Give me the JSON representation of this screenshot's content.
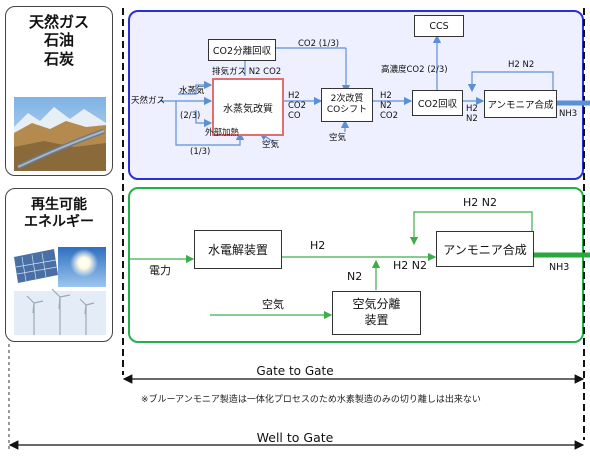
{
  "sources": {
    "fossil": {
      "lines": [
        "天然ガス",
        "石油",
        "石炭"
      ]
    },
    "renewable": {
      "lines": [
        "再生可能",
        "エネルギー"
      ]
    }
  },
  "blue_process": {
    "boxes": {
      "co2_separation": "CO2分離回収",
      "steam_reforming": "水蒸気改質",
      "co_shift": [
        "2次改質",
        "COシフト"
      ],
      "co2_recovery": "CO2回収",
      "ammonia_synthesis": "アンモニア合成",
      "ccs": "CCS"
    },
    "labels": {
      "natural_gas": "天然ガス",
      "steam": "水蒸気",
      "ratio_two_thirds_left": "(2/3)",
      "external_heating": "外部加熱",
      "ratio_one_third_bottom": "(1/3)",
      "exhaust_gas": "排気ガス N2 CO2",
      "co2_one_third": "CO2 (1/3)",
      "reformer_out": [
        "H2",
        "CO2",
        "CO"
      ],
      "shift_air": "空気",
      "reformer_air": "空気",
      "shift_out": [
        "H2",
        "N2",
        "CO2"
      ],
      "high_conc_co2": "高濃度CO2 (2/3)",
      "recycle_h2n2": "H2 N2",
      "synth_in": [
        "H2",
        "N2"
      ],
      "nh3": "NH3"
    }
  },
  "green_process": {
    "boxes": {
      "electrolysis": "水電解装置",
      "ammonia_synthesis": "アンモニア合成",
      "air_separation": [
        "空気分離",
        "装置"
      ]
    },
    "labels": {
      "electricity": "電力",
      "h2": "H2",
      "n2": "N2",
      "h2n2_in": "H2 N2",
      "recycle_h2n2": "H2 N2",
      "air": "空気",
      "nh3": "NH3"
    }
  },
  "gates": {
    "gate_to_gate": "Gate to Gate",
    "well_to_gate": "Well to Gate"
  },
  "footnote": "※ブルーアンモニア製造は一体化プロセスのため水素製造のみの切り離しは出来ない",
  "colors": {
    "blue_frame": "#2b2fd6",
    "blue_fill": "#eef0ff",
    "green_frame": "#22b14c",
    "arrow_blue": "#5b8fd6",
    "arrow_green": "#3fae4a",
    "reformer_border": "#e07070"
  }
}
